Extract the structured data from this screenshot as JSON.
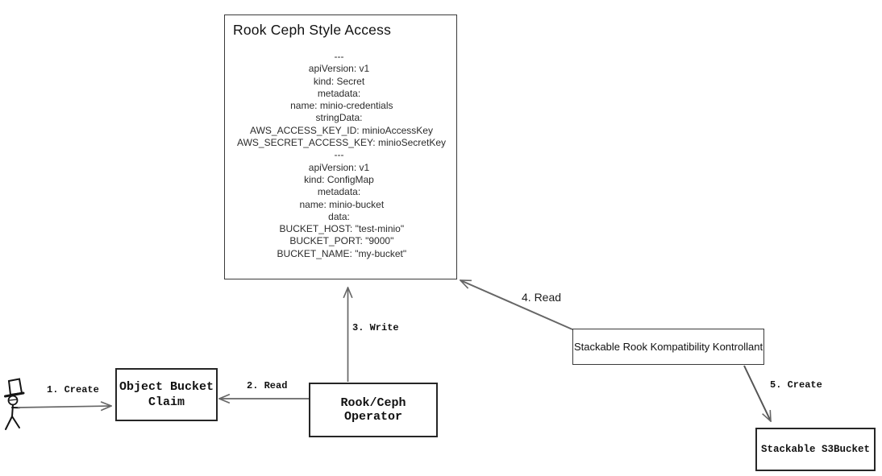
{
  "diagram": {
    "colors": {
      "background": "#ffffff",
      "box_border": "#262626",
      "arrow": "#666666",
      "text": "#111111"
    },
    "main_box": {
      "title": "Rook Ceph Style Access",
      "yaml": "---\napiVersion: v1\nkind: Secret\nmetadata:\n  name: minio-credentials\nstringData:\n  AWS_ACCESS_KEY_ID: minioAccessKey\n  AWS_SECRET_ACCESS_KEY: minioSecretKey\n---\napiVersion: v1\nkind: ConfigMap\nmetadata:\n  name: minio-bucket\ndata:\n  BUCKET_HOST: \"test-minio\"\n  BUCKET_PORT: \"9000\"\n  BUCKET_NAME: \"my-bucket\""
    },
    "nodes": {
      "object_bucket_claim": {
        "label": "Object Bucket\nClaim"
      },
      "rook_ceph_operator": {
        "label": "Rook/Ceph Operator"
      },
      "stackable_kontrollant": {
        "label": "Stackable Rook Kompatibility Kontrollant"
      },
      "stackable_s3bucket": {
        "label": "Stackable S3Bucket"
      }
    },
    "edges": {
      "create_claim": {
        "label": "1. Create"
      },
      "read_claim": {
        "label": "2. Read"
      },
      "write_config": {
        "label": "3. Write"
      },
      "read_config": {
        "label": "4. Read"
      },
      "create_s3bucket": {
        "label": "5. Create"
      }
    }
  }
}
